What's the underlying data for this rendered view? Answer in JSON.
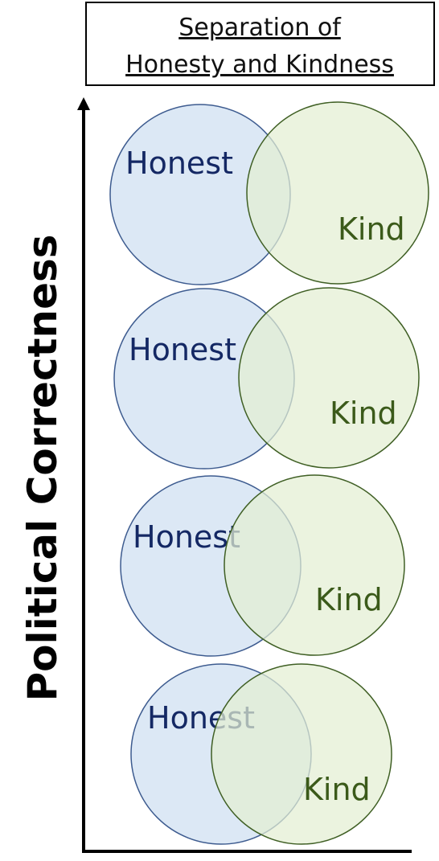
{
  "title": {
    "line1": "Separation of",
    "line2": "Honesty and Kindness"
  },
  "y_axis": {
    "label": "Political Correctness"
  },
  "colors": {
    "honest_fill": "#dce8f5",
    "honest_stroke": "#3d5b8f",
    "honest_text": "#142864",
    "kind_fill": "#e3eed3",
    "kind_stroke": "#3f5f24",
    "kind_text": "#3b5a1a",
    "axis": "#000000"
  },
  "venn_rows": [
    {
      "honest_label": "Honest",
      "kind_label": "Kind"
    },
    {
      "honest_label": "Honest",
      "kind_label": "Kind"
    },
    {
      "honest_label": "Honest",
      "kind_label": "Kind"
    },
    {
      "honest_label": "Honest",
      "kind_label": "Kind"
    }
  ]
}
